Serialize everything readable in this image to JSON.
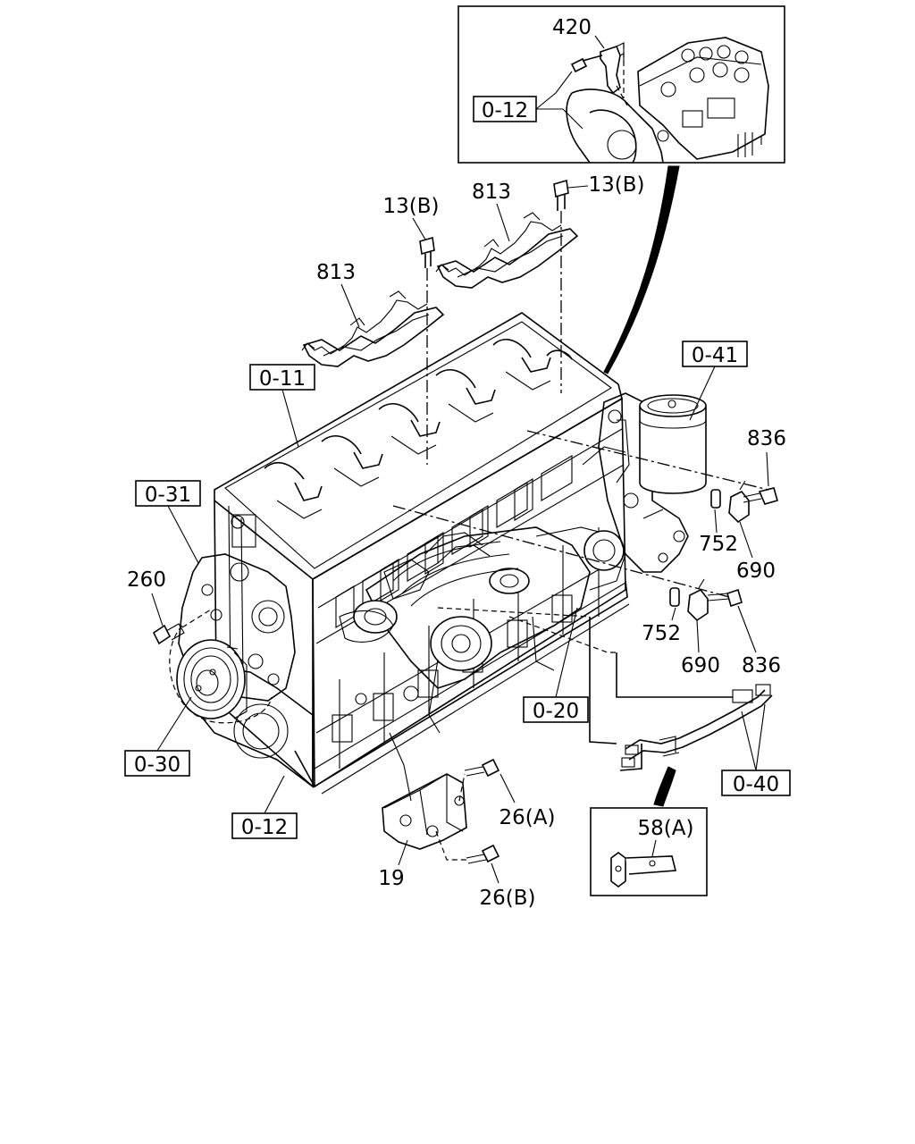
{
  "labels": {
    "ref_420": "420",
    "ref_0_12_inset": "0-12",
    "ref_13b_left": "13(B)",
    "ref_13b_right": "13(B)",
    "ref_813_top": "813",
    "ref_813_left": "813",
    "ref_0_11": "0-11",
    "ref_0_41": "0-41",
    "ref_836_top": "836",
    "ref_752_top": "752",
    "ref_690_top": "690",
    "ref_0_31": "0-31",
    "ref_260": "260",
    "ref_752_bottom": "752",
    "ref_690_bottom": "690",
    "ref_836_bottom": "836",
    "ref_0_20": "0-20",
    "ref_0_30": "0-30",
    "ref_0_40": "0-40",
    "ref_0_12_main": "0-12",
    "ref_26a": "26(A)",
    "ref_58a": "58(A)",
    "ref_19": "19",
    "ref_26b": "26(B)"
  }
}
